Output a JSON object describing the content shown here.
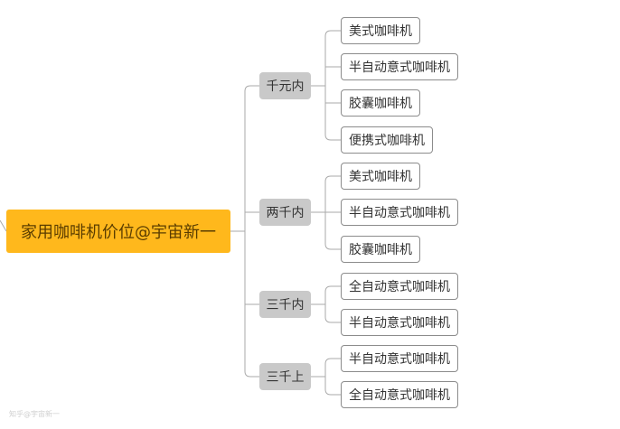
{
  "root": {
    "label": "家用咖啡机价位@宇宙新一"
  },
  "branches": [
    {
      "label": "千元内",
      "children": [
        "美式咖啡机",
        "半自动意式咖啡机",
        "胶囊咖啡机",
        "便携式咖啡机"
      ]
    },
    {
      "label": "两千内",
      "children": [
        "美式咖啡机",
        "半自动意式咖啡机",
        "胶囊咖啡机"
      ]
    },
    {
      "label": "三千内",
      "children": [
        "全自动意式咖啡机",
        "半自动意式咖啡机"
      ]
    },
    {
      "label": "三千上",
      "children": [
        "半自动意式咖啡机",
        "全自动意式咖啡机"
      ]
    }
  ],
  "watermark": {
    "text": "知乎@宇宙新一"
  },
  "colors": {
    "root_fill": "#ffb81c",
    "branch_fill": "#c9c9c9",
    "leaf_border": "#8c8c8c",
    "connector": "#aaaaaa"
  }
}
